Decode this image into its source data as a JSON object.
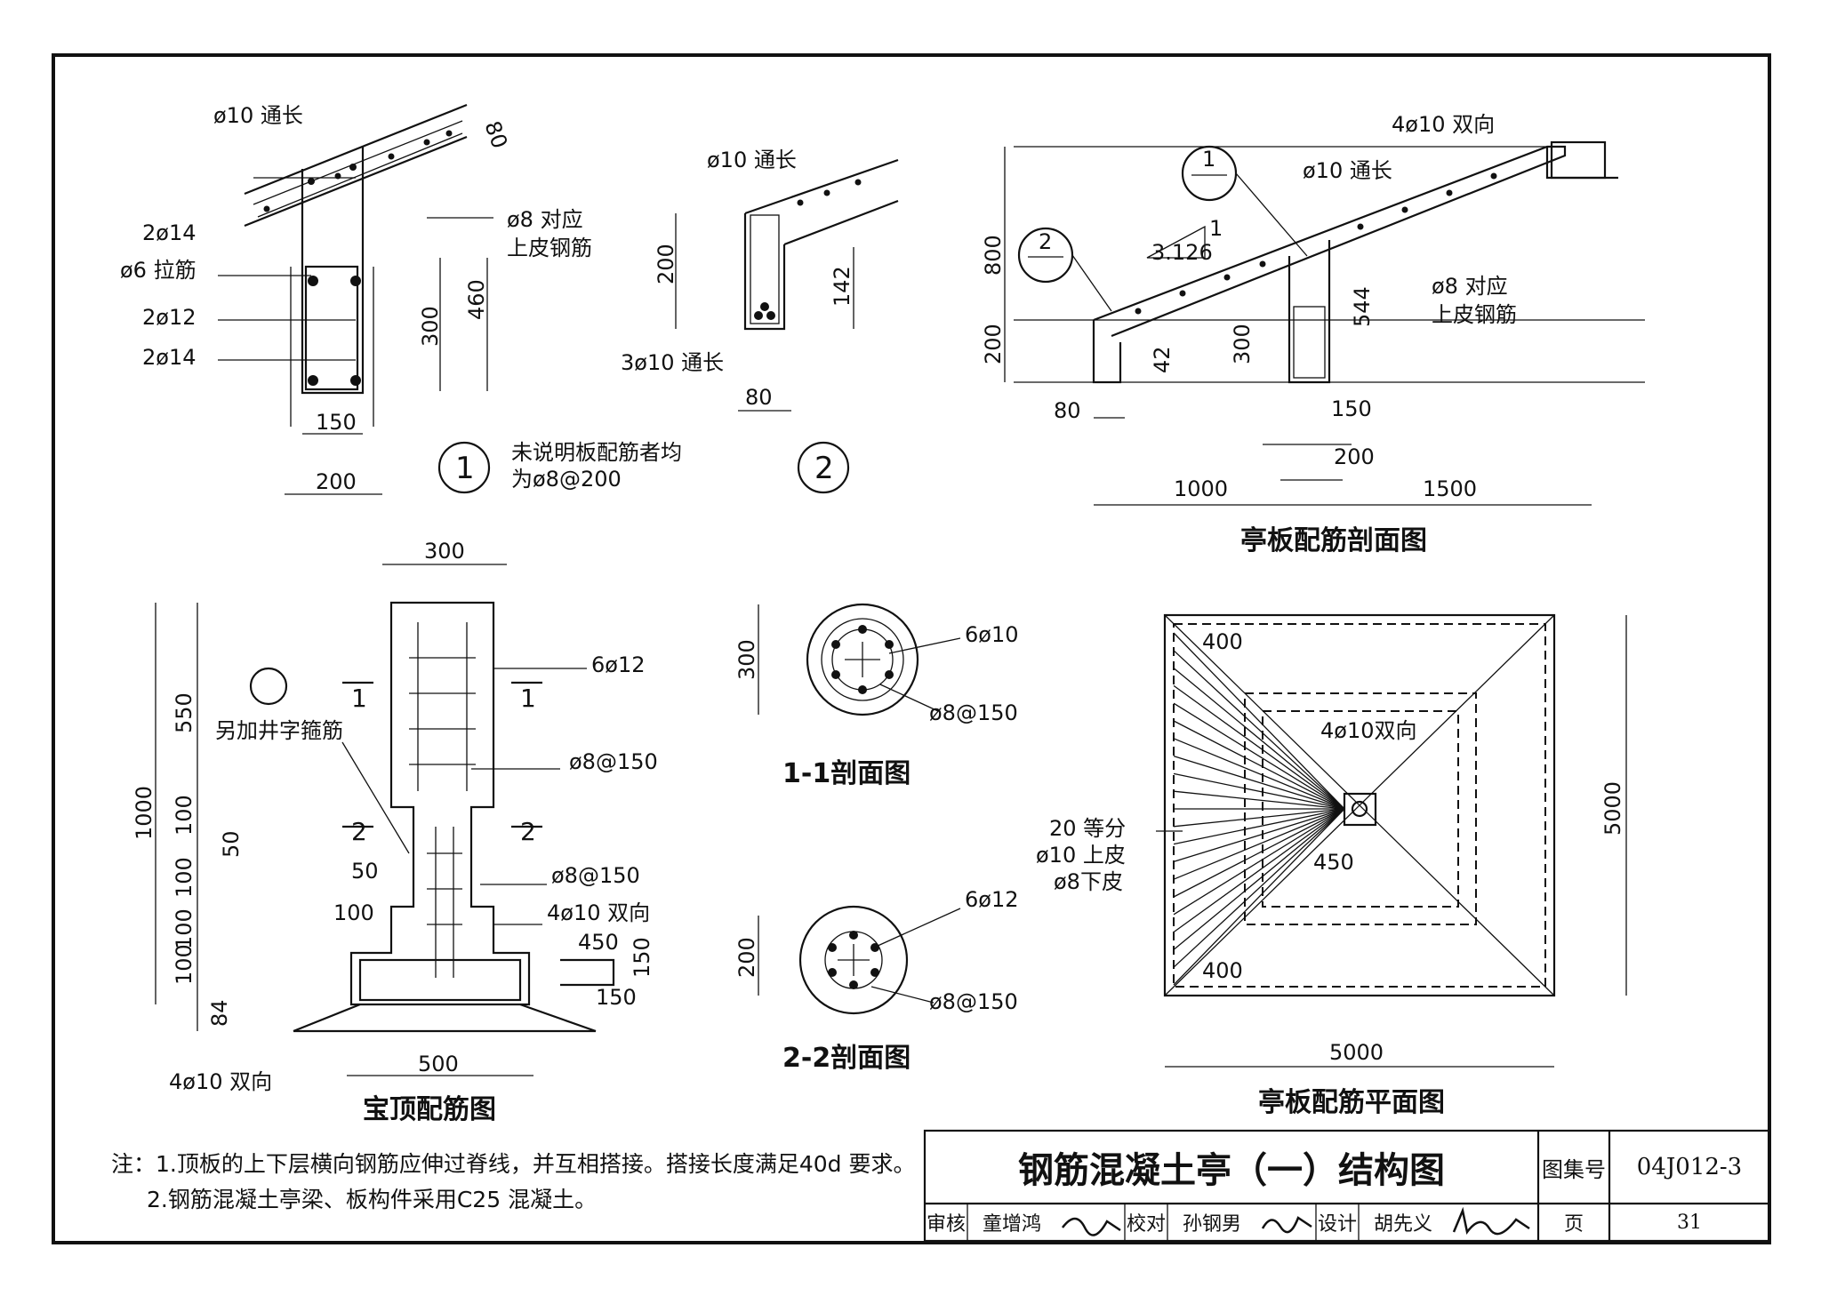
{
  "drawing": {
    "detail1": {
      "bar_top": "ø10 通长",
      "thickness": "80",
      "r1": "2ø14",
      "r2": "ø6 拉筋",
      "r3": "2ø12",
      "r4": "2ø14",
      "note_bar": "ø8 对应",
      "note_bar2": "上皮钢筋",
      "d300": "300",
      "d460": "460",
      "w150": "150",
      "w200": "200",
      "marker": "1",
      "note1": "未说明板配筋者均",
      "note2": "为ø8@200"
    },
    "detail2": {
      "bar_top": "ø10 通长",
      "d200": "200",
      "d142": "142",
      "bot": "3ø10 通长",
      "w80": "80",
      "marker": "2"
    },
    "section": {
      "title": "亭板配筋剖面图",
      "top_bar": "4ø10 双向",
      "bar": "ø10 通长",
      "slope_a": "1",
      "slope_b": "3.126",
      "ref1": "1",
      "ref2": "2",
      "d800": "800",
      "d200": "200",
      "d544": "544",
      "d42": "42",
      "d300": "300",
      "d80": "80",
      "d150": "150",
      "d200b": "200",
      "d1000": "1000",
      "d1500": "1500",
      "note_bar": "ø8 对应",
      "note_bar2": "上皮钢筋"
    },
    "finial": {
      "title": "宝顶配筋图",
      "d300": "300",
      "r_6012": "6ø12",
      "r_ø8a": "ø8@150",
      "r_ø8b": "ø8@150",
      "extra": "另加井字箍筋",
      "cut1": "1",
      "cut2": "2",
      "d1000": "1000",
      "d550": "550",
      "d100a": "100",
      "d50a": "50",
      "d100b": "100",
      "d100c": "100",
      "d100d": "100",
      "d84": "84",
      "d50": "50",
      "d100": "100",
      "r_4ø10": "4ø10 双向",
      "hook_450": "450",
      "hook_150a": "150",
      "hook_150b": "150",
      "d500": "500",
      "bottom_bar": "4ø10 双向"
    },
    "sec11": {
      "title": "1-1剖面图",
      "d300": "300",
      "bar": "6ø10",
      "stir": "ø8@150"
    },
    "sec22": {
      "title": "2-2剖面图",
      "d200": "200",
      "bar": "6ø12",
      "stir": "ø8@150"
    },
    "plan": {
      "title": "亭板配筋平面图",
      "d400a": "400",
      "d400b": "400",
      "bar": "4ø10双向",
      "d450": "450",
      "div1": "20 等分",
      "div2": "ø10 上皮",
      "div3": "ø8下皮",
      "d5000h": "5000",
      "d5000v": "5000"
    }
  },
  "notes": {
    "line1": "注：1.顶板的上下层横向钢筋应伸过脊线，并互相搭接。搭接长度满足40d 要求。",
    "line2": "2.钢筋混凝土亭梁、板构件采用C25 混凝土。"
  },
  "title_block": {
    "title": "钢筋混凝土亭（一）结构图",
    "atlas_label": "图集号",
    "atlas_no": "04J012-3",
    "review_label": "审核",
    "reviewer": "童增鸿",
    "check_label": "校对",
    "checker": "孙钢男",
    "design_label": "设计",
    "designer": "胡先义",
    "page_label": "页",
    "page_no": "31"
  }
}
